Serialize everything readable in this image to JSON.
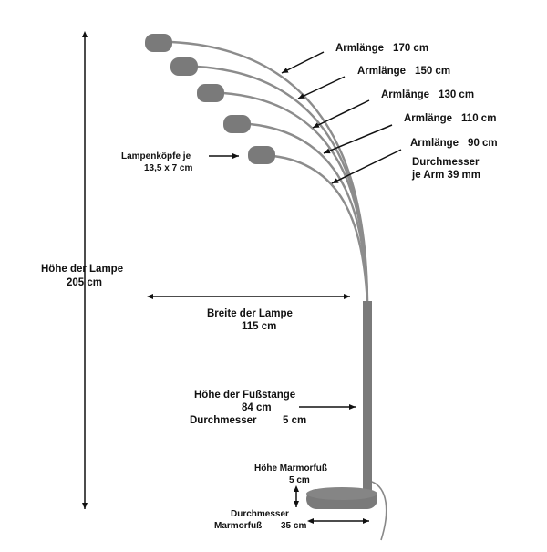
{
  "arm_lengths": [
    {
      "label": "Armlänge",
      "value": "170 cm"
    },
    {
      "label": "Armlänge",
      "value": "150 cm"
    },
    {
      "label": "Armlänge",
      "value": "130 cm"
    },
    {
      "label": "Armlänge",
      "value": "110 cm"
    },
    {
      "label": "Armlänge",
      "value": "90 cm"
    }
  ],
  "arm_diameter": {
    "line1": "Durchmesser",
    "line2": "je Arm 39 mm"
  },
  "lamp_heads": {
    "line1": "Lampenköpfe je",
    "line2": "13,5 x 7 cm"
  },
  "lamp_height": {
    "line1": "Höhe der Lampe",
    "line2": "205 cm"
  },
  "lamp_width": {
    "line1": "Breite der Lampe",
    "line2": "115 cm"
  },
  "pole": {
    "line1": "Höhe der Fußstange",
    "line2": "84 cm",
    "line3_label": "Durchmesser",
    "line3_value": "5 cm"
  },
  "base_height": {
    "line1": "Höhe Marmorfuß",
    "line2": "5 cm"
  },
  "base_diameter": {
    "line1": "Durchmesser",
    "line2": "Marmorfuß",
    "value": "35 cm"
  },
  "colors": {
    "lamp": "#7a7a7a",
    "arm": "#8c8c8c",
    "text": "#111111"
  }
}
